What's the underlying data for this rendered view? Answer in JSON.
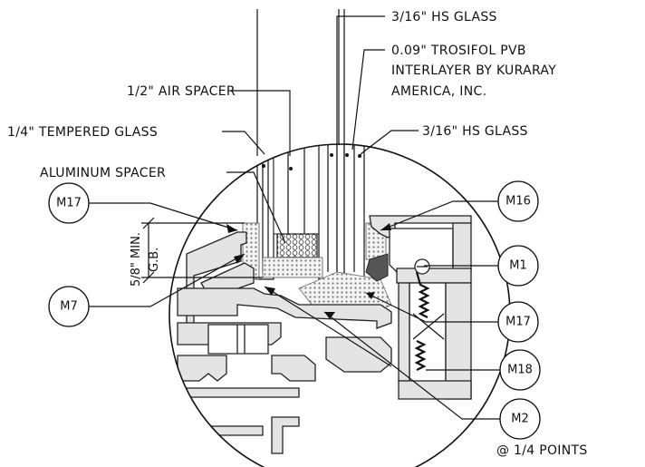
{
  "labels": {
    "hs_glass_top": "3/16\" HS GLASS",
    "pvb_line1": "0.09\" TROSIFOL PVB",
    "pvb_line2": "INTERLAYER BY KURARAY",
    "pvb_line3": "AMERICA, INC.",
    "air_spacer": "1/2\" AIR SPACER",
    "hs_glass_mid": "3/16\" HS GLASS",
    "tempered_glass": "1/4\" TEMPERED GLASS",
    "aluminum_spacer": "ALUMINUM SPACER",
    "glass_bite_1": "5/8\" MIN.",
    "glass_bite_2": "G.B.",
    "points_note": "@ 1/4 POINTS"
  },
  "callouts": {
    "m17_left": "M17",
    "m7": "M7",
    "m16": "M16",
    "m1": "M1",
    "m17_right": "M17",
    "m18": "M18",
    "m2": "M2"
  },
  "colors": {
    "line": "#111111",
    "part_fill": "#e4e4e4",
    "background": "#ffffff"
  }
}
